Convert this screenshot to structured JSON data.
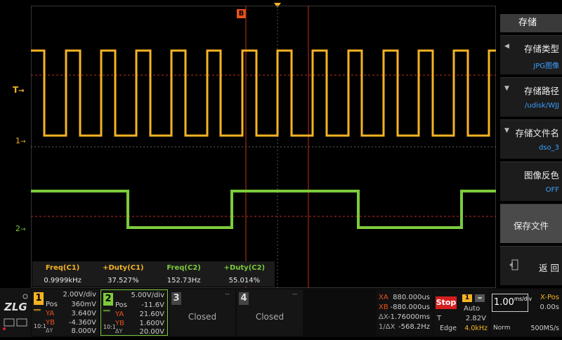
{
  "trigger_marker": "B",
  "trigger_label": "T",
  "ch1_marker": "1",
  "ch2_marker": "2",
  "measurements": {
    "headers": [
      "Freq(C1)",
      "+Duty(C1)",
      "Freq(C2)",
      "+Duty(C2)"
    ],
    "values": [
      "0.9999kHz",
      "37.527%",
      "152.73Hz",
      "55.014%"
    ]
  },
  "menu": {
    "title": "存储",
    "items": [
      {
        "label": "存储类型",
        "value": "JPG图像"
      },
      {
        "label": "存储路径",
        "value": "/udisk/WJJ"
      },
      {
        "label": "存储文件名",
        "value": "dso_3"
      },
      {
        "label": "图像反色",
        "value": "OFF"
      },
      {
        "label": "保存文件",
        "value": ""
      },
      {
        "label": "返 回",
        "value": ""
      }
    ]
  },
  "ch1": {
    "num": "1",
    "scale": "2.00V/div",
    "pos_label": "Pos",
    "pos": "360mV",
    "ya_label": "YA",
    "ya": "3.640V",
    "yb_label": "YB",
    "yb": "-4.360V",
    "dy_label": "ΔY",
    "dy": "8.000V",
    "probe": "10:1"
  },
  "ch2": {
    "num": "2",
    "scale": "5.00V/div",
    "pos_label": "Pos",
    "pos": "-11.6V",
    "ya_label": "YA",
    "ya": "21.60V",
    "yb_label": "YB",
    "yb": "1.600V",
    "dy_label": "ΔY",
    "dy": "20.00V",
    "probe": "10:1"
  },
  "ch3": {
    "num": "3",
    "state": "Closed",
    "dash": "--"
  },
  "ch4": {
    "num": "4",
    "state": "Closed",
    "dash": "--"
  },
  "cursors": {
    "xa_label": "XA",
    "xa": "880.000us",
    "xb_label": "XB",
    "xb": "-880.000us",
    "dx_label": "ΔX",
    "dx": "-1.76000ms",
    "inv_label": "1/ΔX",
    "inv": "-568.2Hz"
  },
  "run": {
    "state": "Stop",
    "trig_src": "1",
    "mode": "Auto",
    "t_label": "T",
    "level": "2.82V",
    "type": "Edge",
    "freq": "4.0kHz"
  },
  "timebase": {
    "value": "1.00",
    "unit": "ms/div",
    "xpos_label": "X-Pos",
    "xpos": "0.00s",
    "rate": "500MS/s",
    "norm": "Norm"
  },
  "colors": {
    "ch1": "#f5b324",
    "ch2": "#7ccb3c",
    "cursor": "#c0301e",
    "grid": "#3a3a3a",
    "accent": "#3aa0ff"
  }
}
